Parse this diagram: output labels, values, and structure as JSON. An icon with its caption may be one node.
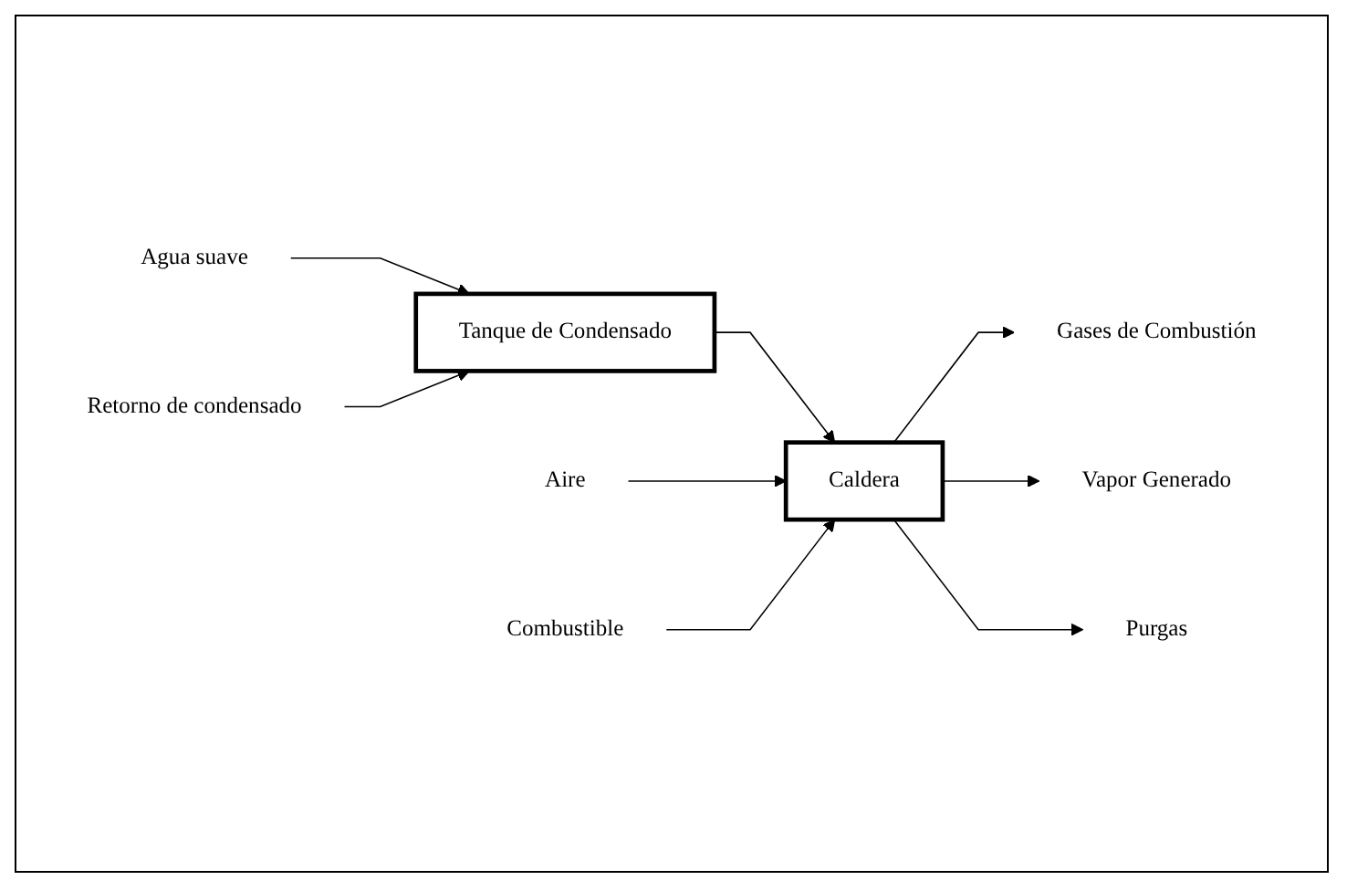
{
  "diagram": {
    "nodes": [
      {
        "text": [
          "Agua suave"
        ]
      },
      {
        "text": [
          "Tanque de Condensado"
        ]
      },
      {
        "text": [
          "Retorno de condensado"
        ]
      },
      {
        "text": [
          "Gases de Combustión"
        ]
      },
      {
        "text": [
          "Aire"
        ]
      },
      {
        "text": [
          "Caldera"
        ]
      },
      {
        "text": [
          "Vapor Generado"
        ]
      },
      {
        "text": [
          "Combustible"
        ]
      },
      {
        "text": [
          "Purgas"
        ]
      }
    ],
    "edges": [
      {
        "from": 0,
        "to": 1,
        "arrow": "to"
      },
      {
        "from": 2,
        "to": 1,
        "arrow": "to"
      },
      {
        "from": 1,
        "to": 5,
        "arrow": "to"
      },
      {
        "from": 4,
        "to": 5,
        "arrow": "to"
      },
      {
        "from": 7,
        "to": 5,
        "arrow": "to"
      },
      {
        "from": 5,
        "to": 3,
        "arrow": "to"
      },
      {
        "from": 5,
        "to": 6,
        "arrow": "to"
      },
      {
        "from": 5,
        "to": 8,
        "arrow": "to"
      }
    ]
  }
}
